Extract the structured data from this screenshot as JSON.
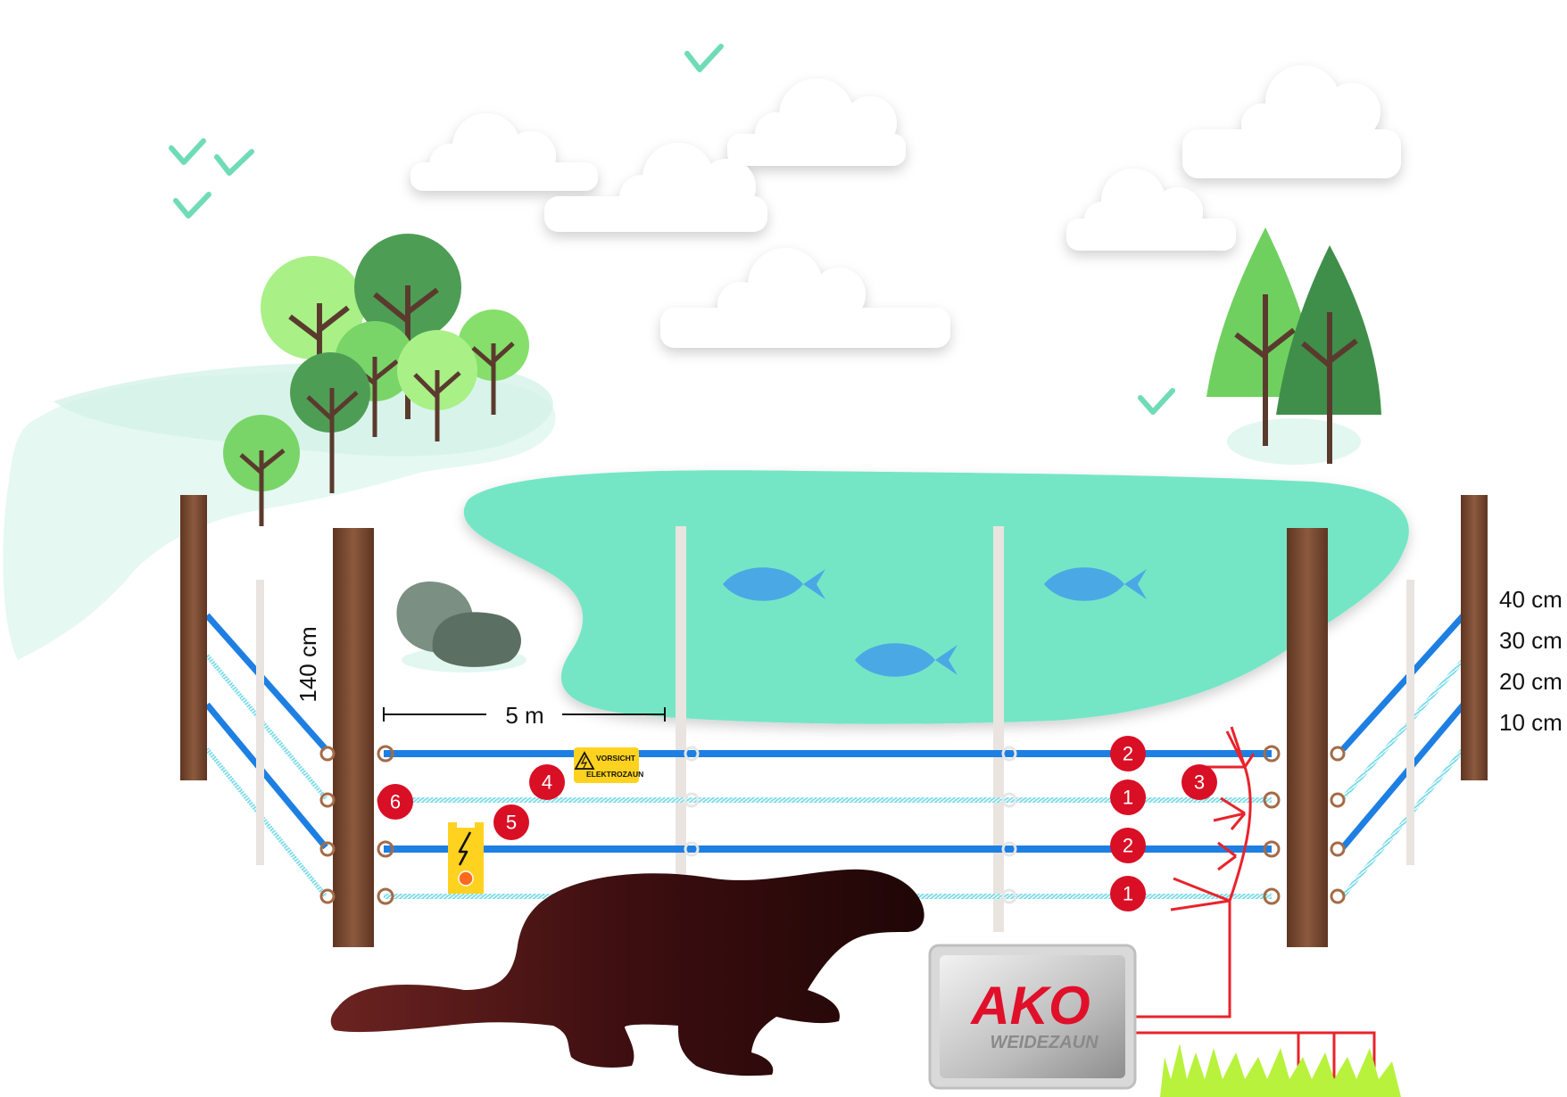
{
  "labels": {
    "post_height": "140 cm",
    "spacing": "5 m",
    "heights": [
      "40 cm",
      "30 cm",
      "20 cm",
      "10 cm"
    ]
  },
  "markers": [
    {
      "id": "marker-2-top",
      "text": "2"
    },
    {
      "id": "marker-1-second",
      "text": "1"
    },
    {
      "id": "marker-2-third",
      "text": "2"
    },
    {
      "id": "marker-1-bottom",
      "text": "1"
    },
    {
      "id": "marker-3",
      "text": "3"
    },
    {
      "id": "marker-4",
      "text": "4"
    },
    {
      "id": "marker-5",
      "text": "5"
    },
    {
      "id": "marker-6",
      "text": "6"
    }
  ],
  "warning_sign": {
    "line1": "VORSICHT",
    "line2": "ELEKTROZAUN"
  },
  "brand": {
    "logo_text": "AKO",
    "sub_text": "WEIDEZAUN"
  },
  "colors": {
    "pond": "#74e6c5",
    "tape": "#1e7fe3",
    "rope": "#7fdcea",
    "post": "#7a4a33",
    "marker": "#d90f25",
    "fish": "#4aa9e4",
    "ground_wire": "#e8232c",
    "otter": "#3a0f10"
  }
}
